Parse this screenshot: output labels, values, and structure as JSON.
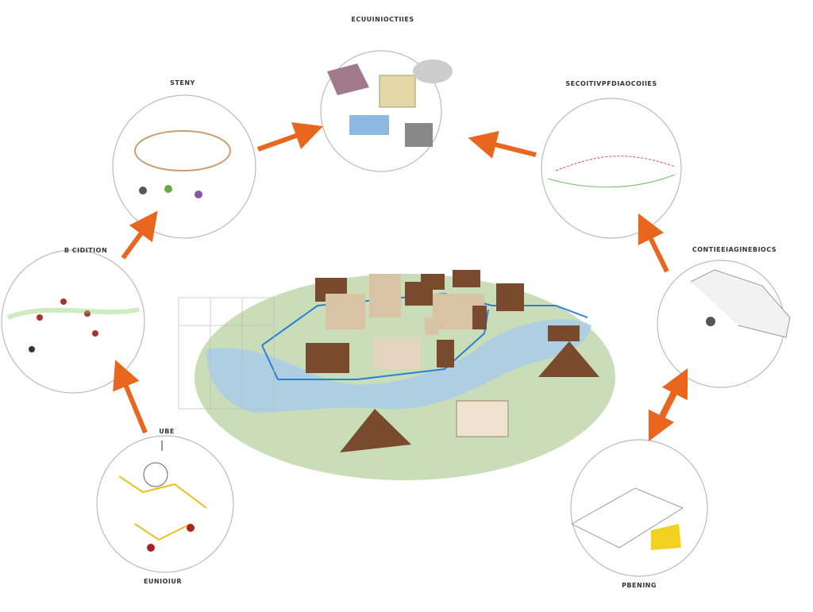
{
  "labels": {
    "top": "ECUUINIOCTIIES",
    "top_right": "SECOITIVPFDIAOCOIIES",
    "right": "CONTIEEIAGINEBIOCS",
    "bottom_right": "PBENING",
    "bottom_left": "EUNIOIUR",
    "bottom_left_top": "UBE",
    "left": "B CIDITION",
    "top_left": "STENY"
  },
  "colors": {
    "arrow": "#e8661e",
    "ground": "#c9ddb8",
    "water": "#a9cde8",
    "building": "#7a4a2e",
    "path": "#2a7fd4"
  }
}
